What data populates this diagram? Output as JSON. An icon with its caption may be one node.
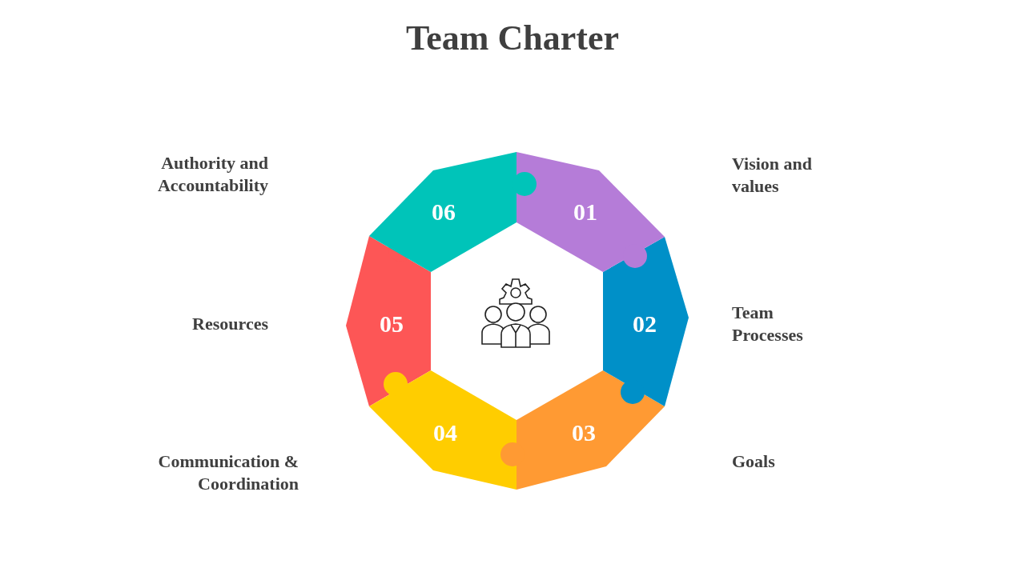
{
  "diagram": {
    "title": "Team Charter",
    "nodes": [
      {
        "text": [
          "01"
        ]
      },
      {
        "text": [
          "02"
        ]
      },
      {
        "text": [
          "03"
        ]
      },
      {
        "text": [
          "04"
        ]
      },
      {
        "text": [
          "05"
        ]
      },
      {
        "text": [
          "06"
        ]
      }
    ],
    "edges": [],
    "labels": [
      "Authority and Accountability",
      "Vision and values",
      "Resources",
      "Team Processes",
      "Communication & Coordination",
      "Goals"
    ]
  }
}
